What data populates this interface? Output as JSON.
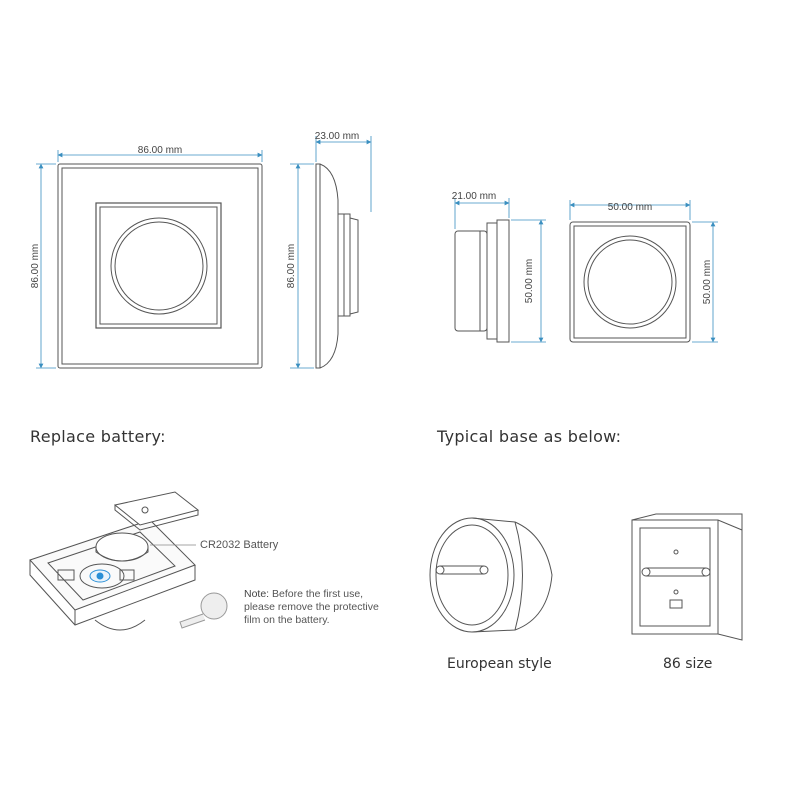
{
  "dimensions": {
    "front_width": "86.00 mm",
    "front_height": "86.00 mm",
    "side_height": "86.00 mm",
    "side_depth": "23.00 mm",
    "knob_depth": "21.00 mm",
    "knob_height": "50.00 mm",
    "knob_front_width": "50.00 mm",
    "knob_front_height": "50.00 mm"
  },
  "sections": {
    "replace_battery": "Replace battery:",
    "typical_base": "Typical base as below:"
  },
  "battery": {
    "label": "CR2032 Battery",
    "note_prefix": "Note:",
    "note_text": " Before the first use, please remove the protective film on the battery."
  },
  "bases": {
    "european": "European style",
    "size86": "86 size"
  },
  "colors": {
    "dimension_line": "#3a8fc0",
    "outline": "#555555",
    "accent_blue": "#2a8fd6"
  }
}
